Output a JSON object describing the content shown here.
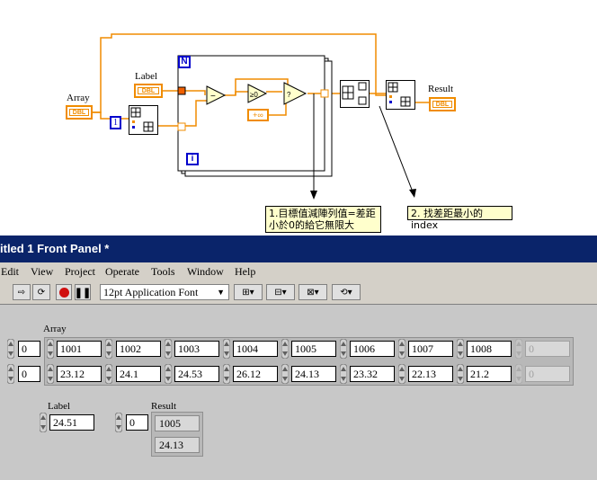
{
  "diagram": {
    "array_label": "Array",
    "label_label": "Label",
    "result_label": "Result",
    "dbl_tag": "DBL",
    "for_loop_count": "N",
    "for_loop_index": "i",
    "index_constant": "1",
    "inf_constant": "+∞",
    "note1_line1": "1.目標值減陣列值=差距",
    "note1_line2": "小於0的給它無限大",
    "note2": "2. 找差距最小的index"
  },
  "window": {
    "title": "itled 1 Front Panel *"
  },
  "menu": [
    "Edit",
    "View",
    "Project",
    "Operate",
    "Tools",
    "Window",
    "Help"
  ],
  "toolbar": {
    "font": "12pt Application Font"
  },
  "panel": {
    "array_label": "Array",
    "row_index_1": "0",
    "row_index_2": "0",
    "row1": [
      "1001",
      "1002",
      "1003",
      "1004",
      "1005",
      "1006",
      "1007",
      "1008",
      "0"
    ],
    "row2": [
      "23.12",
      "24.1",
      "24.53",
      "26.12",
      "24.13",
      "23.32",
      "22.13",
      "21.2",
      "0"
    ],
    "label_label": "Label",
    "label_value": "24.51",
    "result_label": "Result",
    "result_index": "0",
    "result_values": [
      "1005",
      "24.13"
    ]
  },
  "colors": {
    "wire_orange": "#f08c00",
    "loop_blue": "#0000cc",
    "titlebar": "#0a246a",
    "panel_bg": "#c8c8c8",
    "note_bg": "#ffffcc"
  }
}
